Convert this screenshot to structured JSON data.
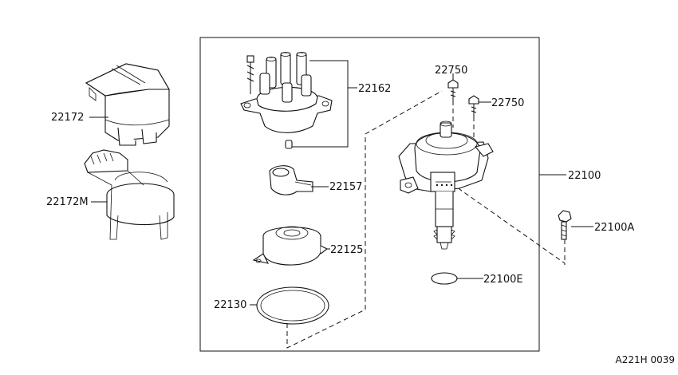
{
  "diagram": {
    "part_numbers": {
      "cover": "22172",
      "cover_bracket": "22172M",
      "distributor_cap": "22162",
      "rotor_head": "22157",
      "sealed_cover": "22125",
      "o_ring": "22130",
      "screw_upper": "22750",
      "screw_side": "22750",
      "distributor_assembly": "22100",
      "bolt": "22100A",
      "gasket": "22100E"
    },
    "drawing_code": "A221H 0039"
  }
}
